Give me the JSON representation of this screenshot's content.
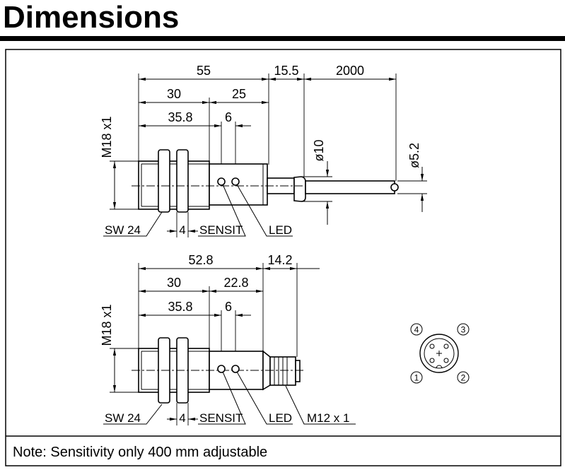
{
  "title": "Dimensions",
  "note": "Note: Sensitivity only 400 mm adjustable",
  "cable_version": {
    "dims": {
      "total_length": "55",
      "gland_length": "15.5",
      "cable_length": "2000",
      "thread_length": "30",
      "body_length": "25",
      "led_position": "35.8",
      "led_spacing": "6",
      "gland_diameter": "ø10",
      "cable_diameter": "ø5.2",
      "thread": "M18 x1"
    },
    "labels": {
      "wrench_size": "SW 24",
      "nut_width": "4",
      "sensit": "SENSIT",
      "led": "LED"
    }
  },
  "connector_version": {
    "dims": {
      "total_length": "52.8",
      "connector_length": "14.2",
      "thread_length": "30",
      "body_length": "22.8",
      "led_position": "35.8",
      "led_spacing": "6",
      "thread": "M18 x1"
    },
    "labels": {
      "wrench_size": "SW 24",
      "nut_width": "4",
      "sensit": "SENSIT",
      "led": "LED",
      "connector_thread": "M12 x 1"
    }
  },
  "pinout": {
    "pin1": "1",
    "pin2": "2",
    "pin3": "3",
    "pin4": "4"
  }
}
